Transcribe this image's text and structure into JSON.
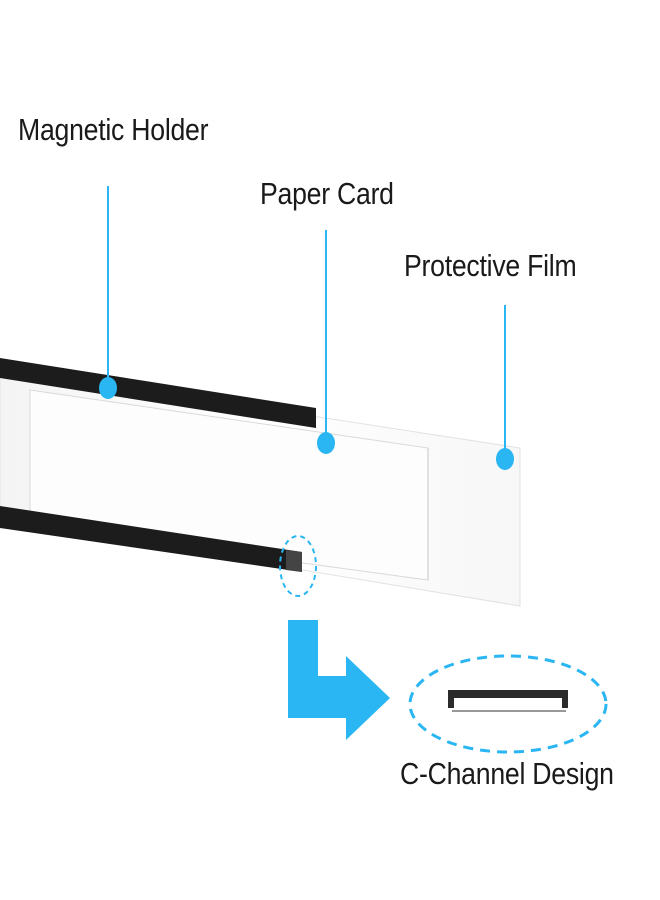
{
  "labels": {
    "magnetic_holder": "Magnetic Holder",
    "paper_card": "Paper Card",
    "protective_film": "Protective Film",
    "c_channel": "C-Channel Design"
  },
  "colors": {
    "accent": "#29b6f2",
    "holder": "#1c1c1c",
    "card": "#ffffff",
    "card_edge": "#d8d8d8",
    "text": "#1a1a1a"
  },
  "icons": {
    "arrow": "l-shaped-down-right-arrow",
    "profile": "c-channel-profile"
  }
}
